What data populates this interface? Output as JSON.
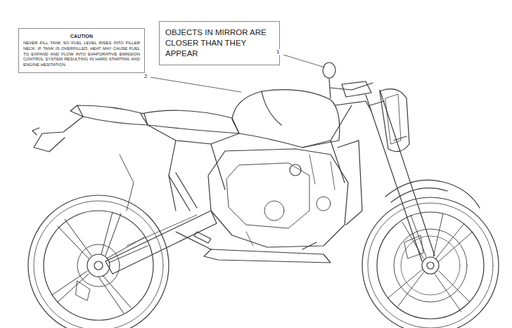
{
  "diagram": {
    "nodes": [
      {
        "text": [
          "CAUTION",
          "NEVER FILL TANK SO FUEL LEVEL RISES INTO FILLER NECK. IF TANK IS OVERFILLED, HEAT MAY CAUSE FUEL TO EXPAND AND FLOW INTO EVAPORATIVE EMISSION CONTROL SYSTEM RESULTING IN HARD STARTING AND ENGINE HESITATION."
        ]
      },
      {
        "text": [
          "OBJECTS IN MIRROR ARE CLOSER THAN THEY APPEAR"
        ]
      }
    ],
    "labels": [
      "1",
      "2"
    ]
  }
}
